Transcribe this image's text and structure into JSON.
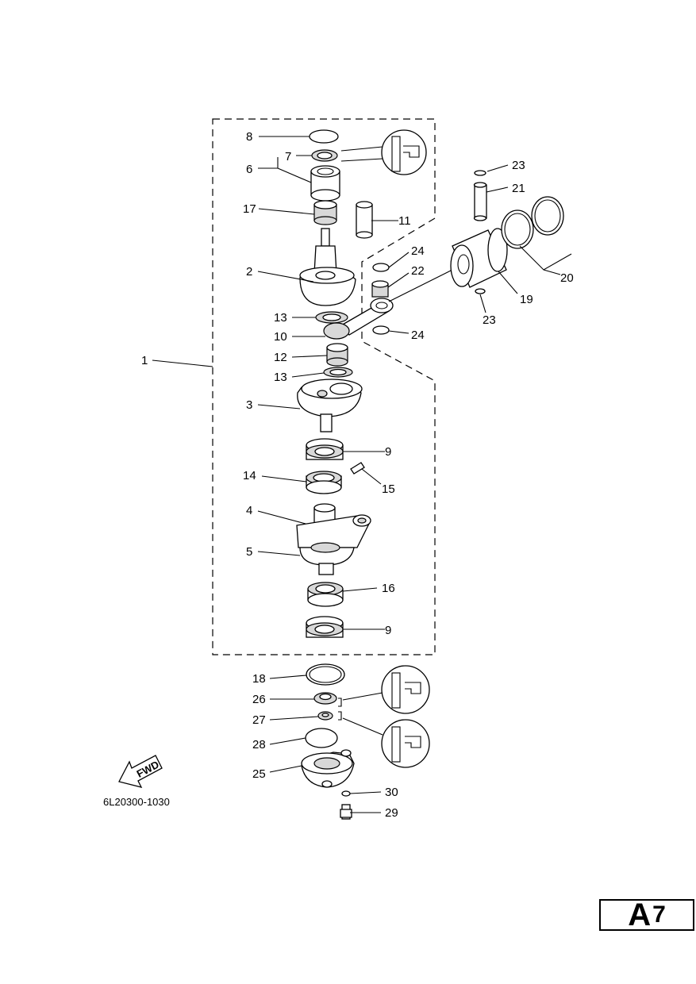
{
  "diagram": {
    "part_code": "6L20300-1030",
    "fwd_label": "FWD",
    "page_badge": {
      "letter": "A",
      "number": "7"
    },
    "callouts": [
      "1",
      "2",
      "3",
      "4",
      "5",
      "6",
      "7",
      "8",
      "9",
      "9",
      "10",
      "11",
      "12",
      "13",
      "13",
      "14",
      "15",
      "16",
      "17",
      "18",
      "19",
      "20",
      "21",
      "22",
      "23",
      "23",
      "24",
      "24",
      "25",
      "26",
      "27",
      "28",
      "29",
      "30"
    ]
  }
}
